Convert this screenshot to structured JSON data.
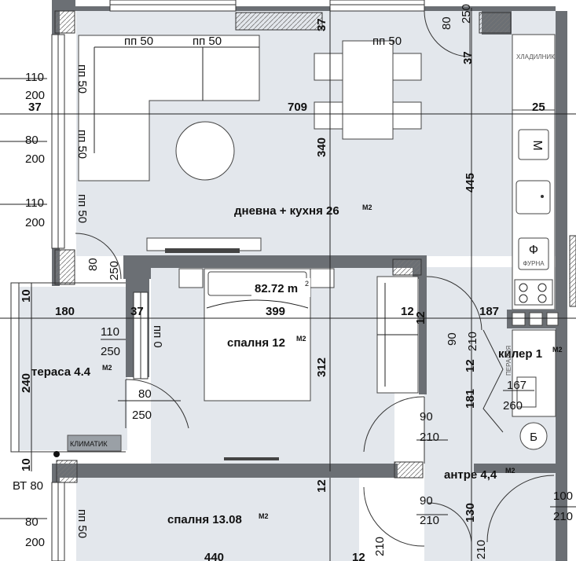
{
  "rooms": {
    "living": "дневна + кухня 26",
    "living_unit": "M2",
    "bedroom1": "спалня 12",
    "bedroom1_unit": "M2",
    "bedroom2": "спалня 13.08",
    "bedroom2_unit": "M2",
    "terrace": "тераса 4.4",
    "terrace_unit": "M2",
    "closet": "килер 1",
    "closet_unit": "M2",
    "hall": "антре 4,4",
    "hall_unit": "M2",
    "total": "82.72 m",
    "total_sup": "2"
  },
  "appliances": {
    "fridge": "ХЛАДИЛНИК",
    "microwave": "M",
    "oven": "Ф",
    "oven_label": "ФУРНА",
    "washer_label": "ПЕРАЛНЯ",
    "boiler": "Б",
    "climate": "КЛИМАТИК",
    "outlet": "ВТ 80"
  },
  "dims": {
    "d709": "709",
    "d25": "25",
    "d37a": "37",
    "d37b": "37",
    "d37c": "37",
    "d37d": "37",
    "d250a": "250",
    "d80a": "80",
    "d340": "340",
    "d445": "445",
    "d180": "180",
    "d399": "399",
    "d12a": "12",
    "d187": "187",
    "d312": "312",
    "d12b": "12",
    "d12c": "12",
    "d181": "181",
    "d130": "130",
    "d440": "440",
    "d12d": "12",
    "d10a": "10",
    "d240": "240",
    "d10b": "10",
    "w110a": "110",
    "w200a": "200",
    "w80a": "80",
    "w200b": "200",
    "w110b": "110",
    "w200c": "200",
    "w80b": "80",
    "w200d": "200",
    "t110": "110",
    "t250": "250",
    "t80": "80",
    "t250b": "250",
    "d80c": "80",
    "d250c": "250",
    "door90a": "90",
    "door210a": "210",
    "door90b": "90",
    "door210b": "210",
    "door90c": "90",
    "door210c": "210",
    "door100": "100",
    "door210d": "210",
    "door210e": "210",
    "door210f": "210",
    "d12e": "12",
    "k167": "167",
    "k260": "260",
    "pp50a": "пп 50",
    "pp50b": "пп 50",
    "pp50c": "пп 50",
    "pp50d": "пп 50",
    "pp50e": "пп 50",
    "pp50f": "пп 50",
    "pp50g": "пп 50",
    "pp0": "пп 0"
  }
}
